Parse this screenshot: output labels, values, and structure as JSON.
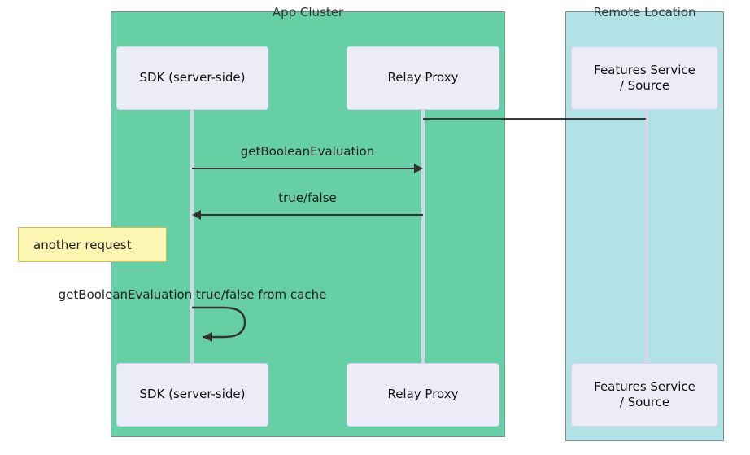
{
  "diagram": {
    "type": "sequence-diagram",
    "background": "#ffffff"
  },
  "groups": [
    {
      "id": "app-cluster",
      "title": "App Cluster",
      "color": "#66cfa6",
      "border": "#7a8c8a"
    },
    {
      "id": "remote-location",
      "title": "Remote Location",
      "color": "#b3e2e6",
      "border": "#7a8c8a"
    }
  ],
  "participants": [
    {
      "id": "sdk",
      "label": "SDK (server-side)",
      "group": "app-cluster",
      "fill": "#ececf8",
      "lifeline_color": "#d7d6e9"
    },
    {
      "id": "relay-proxy",
      "label": "Relay Proxy",
      "group": "app-cluster",
      "fill": "#ececf8",
      "lifeline_color": "#d7d6e9"
    },
    {
      "id": "features-service",
      "label": "Features Service / Source",
      "label_line1": "Features Service",
      "label_line2": "/ Source",
      "group": "remote-location",
      "fill": "#ececf8",
      "lifeline_color": "#d7d6e9"
    }
  ],
  "messages": [
    {
      "id": "relay-to-features-connector",
      "label": "",
      "from": "relay-proxy",
      "to": "features-service",
      "direction": "none",
      "color": "#3a3a3a"
    },
    {
      "id": "get-boolean-evaluation",
      "label": "getBooleanEvaluation",
      "from": "sdk",
      "to": "relay-proxy",
      "direction": "right",
      "color": "#333333"
    },
    {
      "id": "true-false-response",
      "label": "true/false",
      "from": "relay-proxy",
      "to": "sdk",
      "direction": "left",
      "color": "#333333"
    },
    {
      "id": "self-cache-lookup",
      "label": "getBooleanEvaluation true/false from cache",
      "from": "sdk",
      "to": "sdk",
      "direction": "self",
      "color": "#333333"
    }
  ],
  "notes": [
    {
      "id": "another-request",
      "text": "another request",
      "fill": "#fdf6b2",
      "border": "#c9bd59"
    }
  ]
}
